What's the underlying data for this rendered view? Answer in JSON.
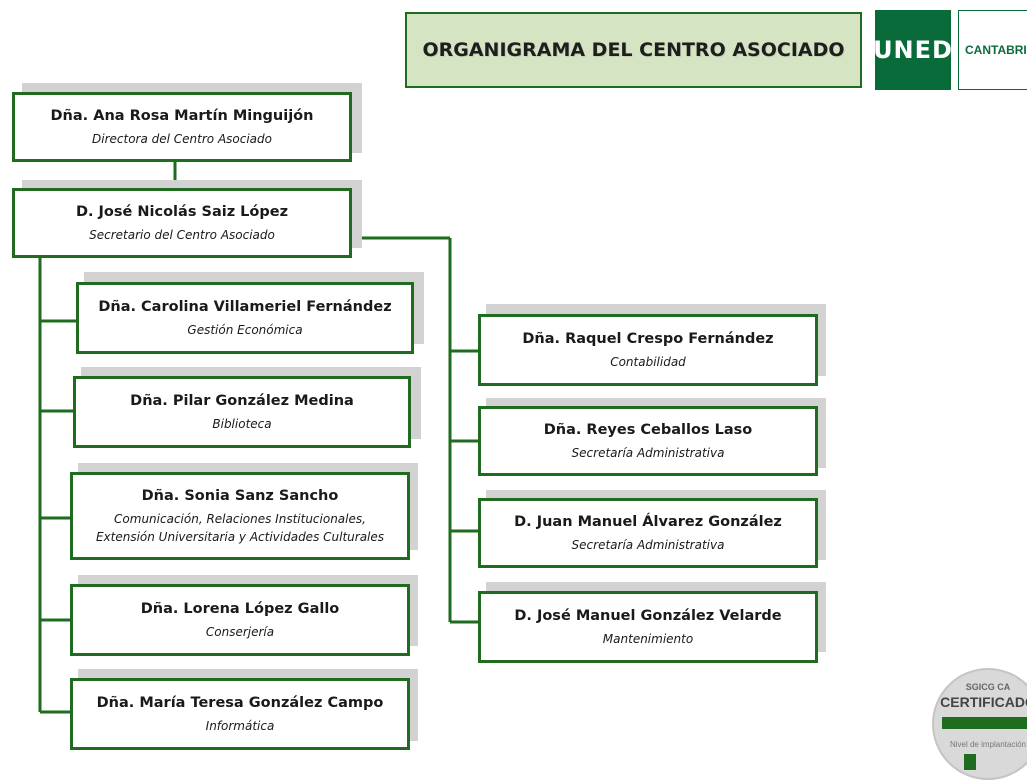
{
  "header": {
    "title": "ORGANIGRAMA DEL CENTRO ASOCIADO",
    "logo_text": "UNED",
    "logo_region": "CANTABRIA"
  },
  "directora": {
    "name": "Dña. Ana Rosa Martín Minguijón",
    "role": "Directora del Centro Asociado"
  },
  "secretario": {
    "name": "D. José Nicolás Saiz López",
    "role": "Secretario del Centro Asociado"
  },
  "left_staff": [
    {
      "name": "Dña. Carolina Villameriel Fernández",
      "role": "Gestión Económica"
    },
    {
      "name": "Dña. Pilar González Medina",
      "role": "Biblioteca"
    },
    {
      "name": "Dña. Sonia Sanz Sancho",
      "role": "Comunicación, Relaciones Institucionales,",
      "role2": "Extensión Universitaria y Actividades Culturales"
    },
    {
      "name": "Dña. Lorena López Gallo",
      "role": "Conserjería"
    },
    {
      "name": "Dña. María Teresa González Campo",
      "role": "Informática"
    }
  ],
  "right_staff": [
    {
      "name": "Dña. Raquel Crespo Fernández",
      "role": "Contabilidad"
    },
    {
      "name": "Dña. Reyes Ceballos Laso",
      "role": "Secretaría Administrativa"
    },
    {
      "name": "D. Juan Manuel Álvarez González",
      "role": "Secretaría Administrativa"
    },
    {
      "name": "D. José Manuel González Velarde",
      "role": "Mantenimiento"
    }
  ],
  "badge": {
    "top": "SGICG CA",
    "main": "CERTIFICADO",
    "level": "Nivel de implantación"
  },
  "colors": {
    "border_green": "#1f6b1f",
    "title_fill": "#d5e4c3",
    "logo_green": "#0a6b3a",
    "shadow_gray": "#d2d2d2"
  }
}
